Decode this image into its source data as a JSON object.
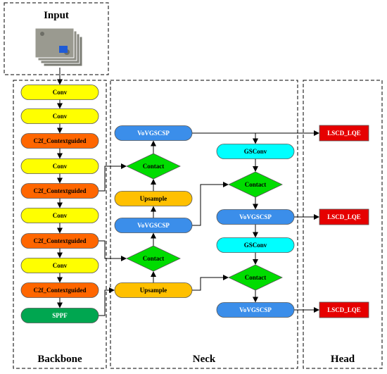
{
  "sections": {
    "input": "Input",
    "backbone": "Backbone",
    "neck": "Neck",
    "head": "Head"
  },
  "labels": {
    "conv": "Conv",
    "c2f": "C2f_Contextguided",
    "sppf": "SPPF",
    "vovgscsp": "VoVGSCSP",
    "upsample": "Upsample",
    "contact": "Contact",
    "gsconv": "GSConv",
    "head": "LSCD_LQE"
  },
  "colors": {
    "conv": "#ffff00",
    "c2f": "#ff6600",
    "sppf": "#00a650",
    "vovgscsp": "#3b8eea",
    "upsample": "#ffc000",
    "contact": "#00dc00",
    "gsconv": "#00ffff",
    "head": "#e60000"
  }
}
